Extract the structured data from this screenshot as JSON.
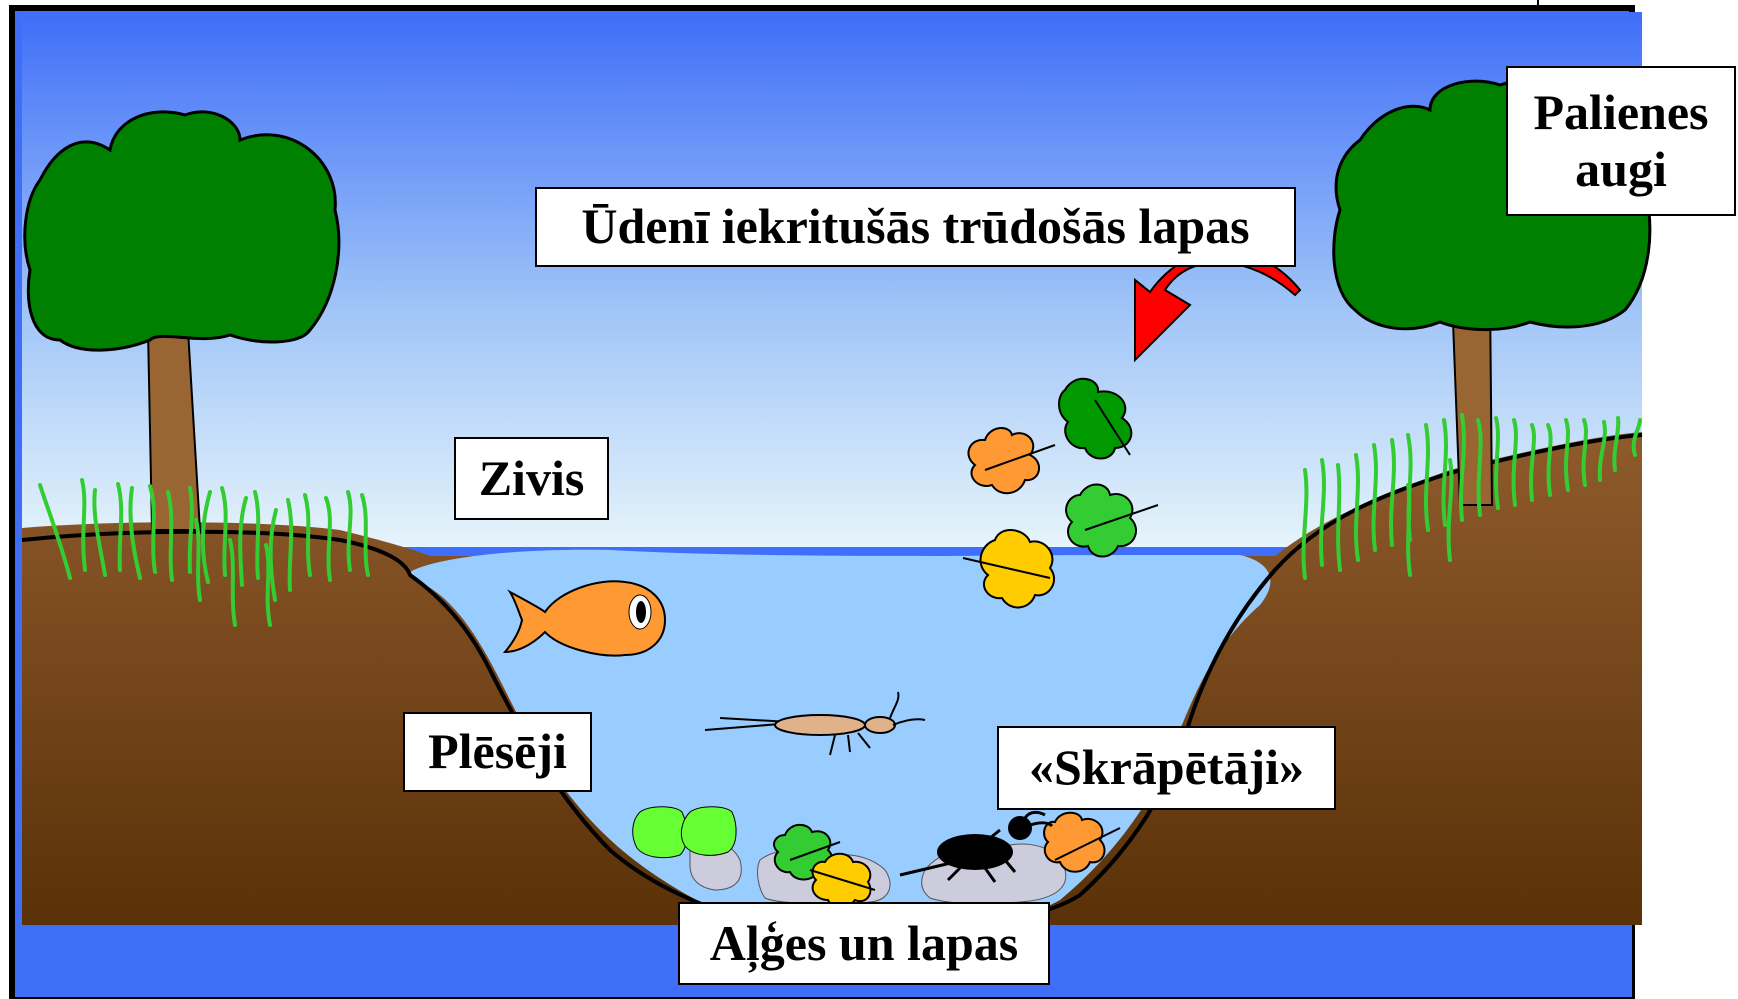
{
  "labels": {
    "floodplain_plants": {
      "line1": "Palienes",
      "line2": "augi"
    },
    "fallen_leaves": "Ūdenī iekritušās trūdošās lapas",
    "fish": "Zivis",
    "predators": "Plēsēji",
    "scrapers": "«Skrāpētāji»",
    "algae_and_leaves": "Aļģes un lapas"
  },
  "colors": {
    "sky_top": "#3f6ef8",
    "sky_bottom": "#dff0fb",
    "water": "#99ccff",
    "earth_top": "#8e5a2b",
    "earth_bottom": "#5a3108",
    "tree_foliage": "#008000",
    "tree_trunk": "#996633",
    "grass": "#33cc33",
    "fish": "#ff9933",
    "arrow": "#ff0000",
    "leaf_dark_green": "#009900",
    "leaf_light_green": "#33cc33",
    "leaf_orange": "#ff9933",
    "leaf_yellow": "#ffcc00",
    "algae": "#66ff33",
    "stone": "#ccccdd",
    "larva": "#dfb28a",
    "beetle": "#000000"
  }
}
